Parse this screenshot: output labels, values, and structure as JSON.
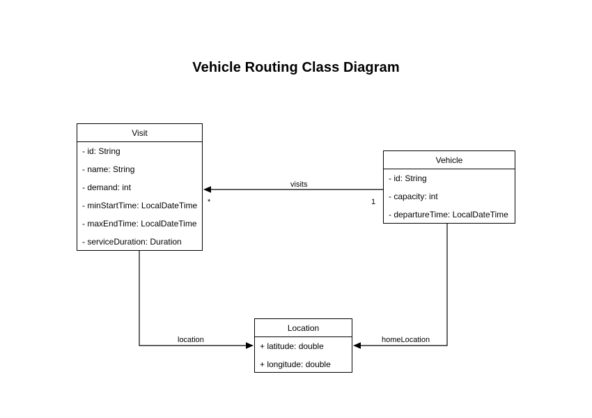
{
  "diagram": {
    "title": "Vehicle Routing Class Diagram",
    "background_color": "#ffffff",
    "line_color": "#000000",
    "classes": [
      {
        "id": "visit",
        "name": "Visit",
        "attributes": [
          "- id: String",
          "- name: String",
          "- demand: int",
          "- minStartTime: LocalDateTime",
          "- maxEndTime: LocalDateTime",
          "- serviceDuration: Duration"
        ]
      },
      {
        "id": "vehicle",
        "name": "Vehicle",
        "attributes": [
          "- id: String",
          "- capacity: int",
          "- departureTime: LocalDateTime"
        ]
      },
      {
        "id": "location",
        "name": "Location",
        "attributes": [
          "+ latitude: double",
          "+ longitude: double"
        ]
      }
    ],
    "relationships": [
      {
        "id": "visits",
        "label": "visits",
        "from": "Vehicle",
        "to": "Visit",
        "source_multiplicity": "1",
        "target_multiplicity": "*",
        "arrow": "solid-filled-triangle"
      },
      {
        "id": "location",
        "label": "location",
        "from": "Visit",
        "to": "Location",
        "source_multiplicity": "",
        "target_multiplicity": "",
        "arrow": "solid-filled-triangle"
      },
      {
        "id": "homeLocation",
        "label": "homeLocation",
        "from": "Vehicle",
        "to": "Location",
        "source_multiplicity": "",
        "target_multiplicity": "",
        "arrow": "solid-filled-triangle"
      }
    ]
  }
}
